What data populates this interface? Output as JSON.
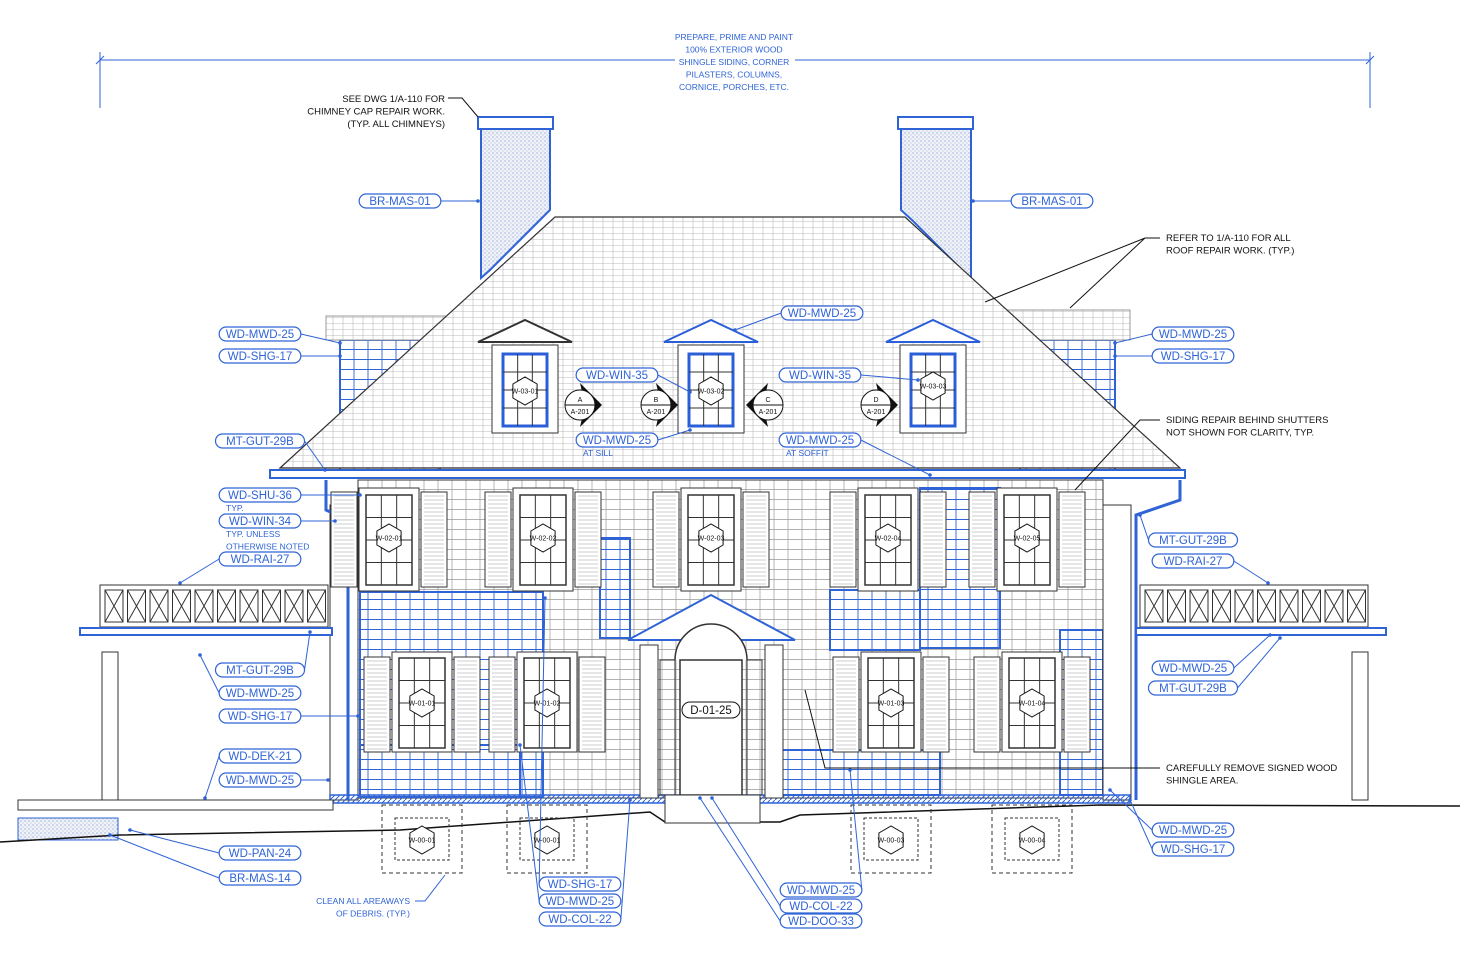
{
  "colors": {
    "annotation_blue": "#2f63d6",
    "linework": "#222222",
    "highlight_blue": "#2b5fd9"
  },
  "notes": {
    "top_paint": [
      "PREPARE, PRIME AND PAINT",
      "100% EXTERIOR WOOD",
      "SHINGLE SIDING, CORNER",
      "PILASTERS, COLUMNS,",
      "CORNICE, PORCHES, ETC."
    ],
    "chimney": [
      "SEE DWG 1/A-110 FOR",
      "CHIMNEY CAP REPAIR WORK.",
      "(TYP. ALL CHIMNEYS)"
    ],
    "roof": [
      "REFER TO 1/A-110 FOR ALL",
      "ROOF REPAIR WORK. (TYP.)"
    ],
    "siding": [
      "SIDING REPAIR BEHIND SHUTTERS",
      "NOT SHOWN FOR CLARITY, TYP."
    ],
    "remove": [
      "CAREFULLY REMOVE SIGNED WOOD",
      "SHINGLE AREA."
    ],
    "areaways": [
      "CLEAN ALL AREAWAYS",
      "OF DEBRIS. (TYP.)"
    ],
    "typ": "TYP.",
    "typ_unless": [
      "TYP. UNLESS",
      "OTHERWISE NOTED"
    ],
    "at_sill": "AT SILL",
    "at_soffit": "AT SOFFIT"
  },
  "tags": [
    "BR-MAS-01",
    "WD-MWD-25",
    "WD-SHG-17",
    "MT-GUT-29B",
    "WD-SHU-36",
    "WD-WIN-34",
    "WD-RAI-27",
    "MT-GUT-29B",
    "WD-MWD-25",
    "WD-SHG-17",
    "WD-DEK-21",
    "WD-MWD-25",
    "WD-PAN-24",
    "BR-MAS-14",
    "BR-MAS-01",
    "WD-MWD-25",
    "WD-SHG-17",
    "MT-GUT-29B",
    "WD-RAI-27",
    "WD-MWD-25",
    "MT-GUT-29B",
    "WD-MWD-25",
    "WD-SHG-17",
    "WD-MWD-25",
    "WD-WIN-35",
    "WD-WIN-35",
    "WD-MWD-25",
    "WD-MWD-25",
    "WD-SHG-17",
    "WD-MWD-25",
    "WD-COL-22",
    "WD-MWD-25",
    "WD-COL-22",
    "WD-DOO-33"
  ],
  "door_tag": "D-01-25",
  "window_tags": [
    "W-03-01",
    "W-03-02",
    "W-03-03",
    "W-02-01",
    "W-02-02",
    "W-02-03",
    "W-02-04",
    "W-02-05",
    "W-01-01",
    "W-01-02",
    "W-01-03",
    "W-01-04",
    "W-00-01",
    "W-00-01",
    "W-00-03",
    "W-00-04"
  ],
  "section_markers": [
    {
      "letter": "A",
      "sheet": "A-201"
    },
    {
      "letter": "B",
      "sheet": "A-201"
    },
    {
      "letter": "C",
      "sheet": "A-201"
    },
    {
      "letter": "D",
      "sheet": "A-201"
    }
  ]
}
